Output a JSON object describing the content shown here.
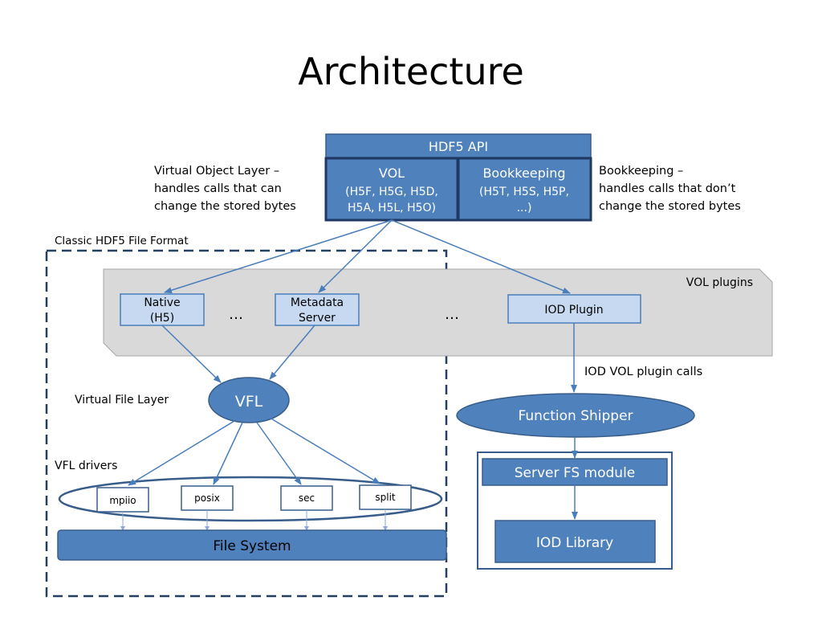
{
  "title": "Architecture",
  "api": {
    "header": "HDF5 API",
    "vol_title": "VOL",
    "vol_line1": "(H5F, H5G, H5D,",
    "vol_line2": "H5A, H5L, H5O)",
    "bk_title": "Bookkeeping",
    "bk_line1": "(H5T, H5S, H5P,",
    "bk_line2": "...)"
  },
  "annotations": {
    "vol_desc_1": "Virtual Object Layer –",
    "vol_desc_2": "handles calls that can",
    "vol_desc_3": "change the stored bytes",
    "bk_desc_1": "Bookkeeping –",
    "bk_desc_2": "handles calls that don’t",
    "bk_desc_3": "change the stored bytes",
    "classic_format": "Classic HDF5 File Format",
    "vol_plugins": "VOL plugins",
    "virtual_file_layer": "Virtual File Layer",
    "vfl_drivers": "VFL drivers",
    "iod_calls": "IOD VOL plugin calls",
    "ellipsis_1": "…",
    "ellipsis_2": "…"
  },
  "plugins": {
    "native_1": "Native",
    "native_2": "(H5)",
    "metadata_1": "Metadata",
    "metadata_2": "Server",
    "iod": "IOD Plugin"
  },
  "vfl": {
    "label": "VFL"
  },
  "drivers": [
    "mpiio",
    "posix",
    "sec",
    "split"
  ],
  "file_system": "File System",
  "function_shipper": "Function Shipper",
  "server_fs": "Server FS module",
  "iod_library": "IOD Library",
  "colors": {
    "box_fill": "#4f81bd",
    "box_stroke": "#385d8a",
    "light_box": "#c6d9f1",
    "panel": "#d9d9d9",
    "arrow": "#4a7ebb",
    "dash": "#243f60"
  }
}
